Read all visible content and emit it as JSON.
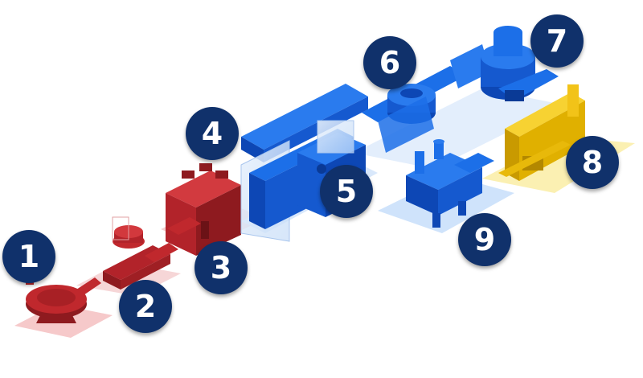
{
  "badges": [
    {
      "label": "1",
      "name": "badge-1"
    },
    {
      "label": "2",
      "name": "badge-2"
    },
    {
      "label": "3",
      "name": "badge-3"
    },
    {
      "label": "4",
      "name": "badge-4"
    },
    {
      "label": "5",
      "name": "badge-5"
    },
    {
      "label": "6",
      "name": "badge-6"
    },
    {
      "label": "7",
      "name": "badge-7"
    },
    {
      "label": "8",
      "name": "badge-8"
    },
    {
      "label": "9",
      "name": "badge-9"
    }
  ],
  "colors": {
    "red": "#c0282d",
    "red_dark": "#8e1a1f",
    "red_floor": "#f6c9ca",
    "blue": "#1c6fe8",
    "blue_dark": "#0d47b5",
    "blue_floor": "#cfe3fb",
    "yellow": "#f2c318",
    "yellow_dark": "#c99a00",
    "yellow_floor": "#fbf0b2",
    "badge": "#10316b"
  }
}
